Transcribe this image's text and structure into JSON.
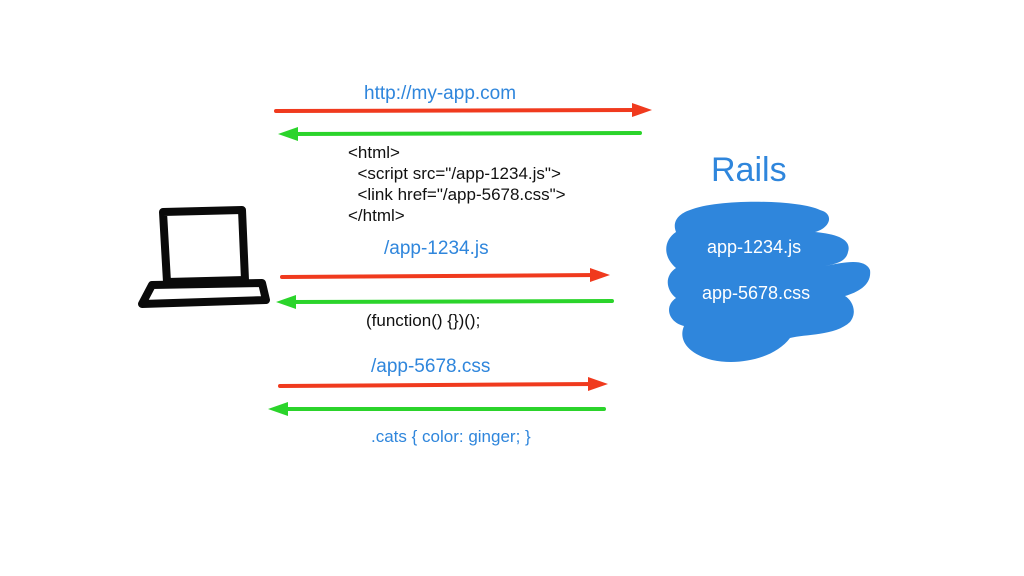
{
  "colors": {
    "request_arrow": "#f03a1e",
    "response_arrow": "#2bd42b",
    "label_blue": "#2f86dc",
    "server_blob": "#2f86dc",
    "laptop_stroke": "#0a0a0a"
  },
  "client": {
    "icon": "laptop-icon"
  },
  "server": {
    "title": "Rails",
    "assets": [
      "app-1234.js",
      "app-5678.css"
    ]
  },
  "exchanges": [
    {
      "request": "http://my-app.com",
      "response_lines": [
        "<html>",
        "  <script src=\"/app-1234.js\">",
        "  <link href=\"/app-5678.css\">",
        "</html>"
      ]
    },
    {
      "request": "/app-1234.js",
      "response_lines": [
        "(function() {})();"
      ]
    },
    {
      "request": "/app-5678.css",
      "response_lines": [
        ".cats { color: ginger; }"
      ]
    }
  ]
}
